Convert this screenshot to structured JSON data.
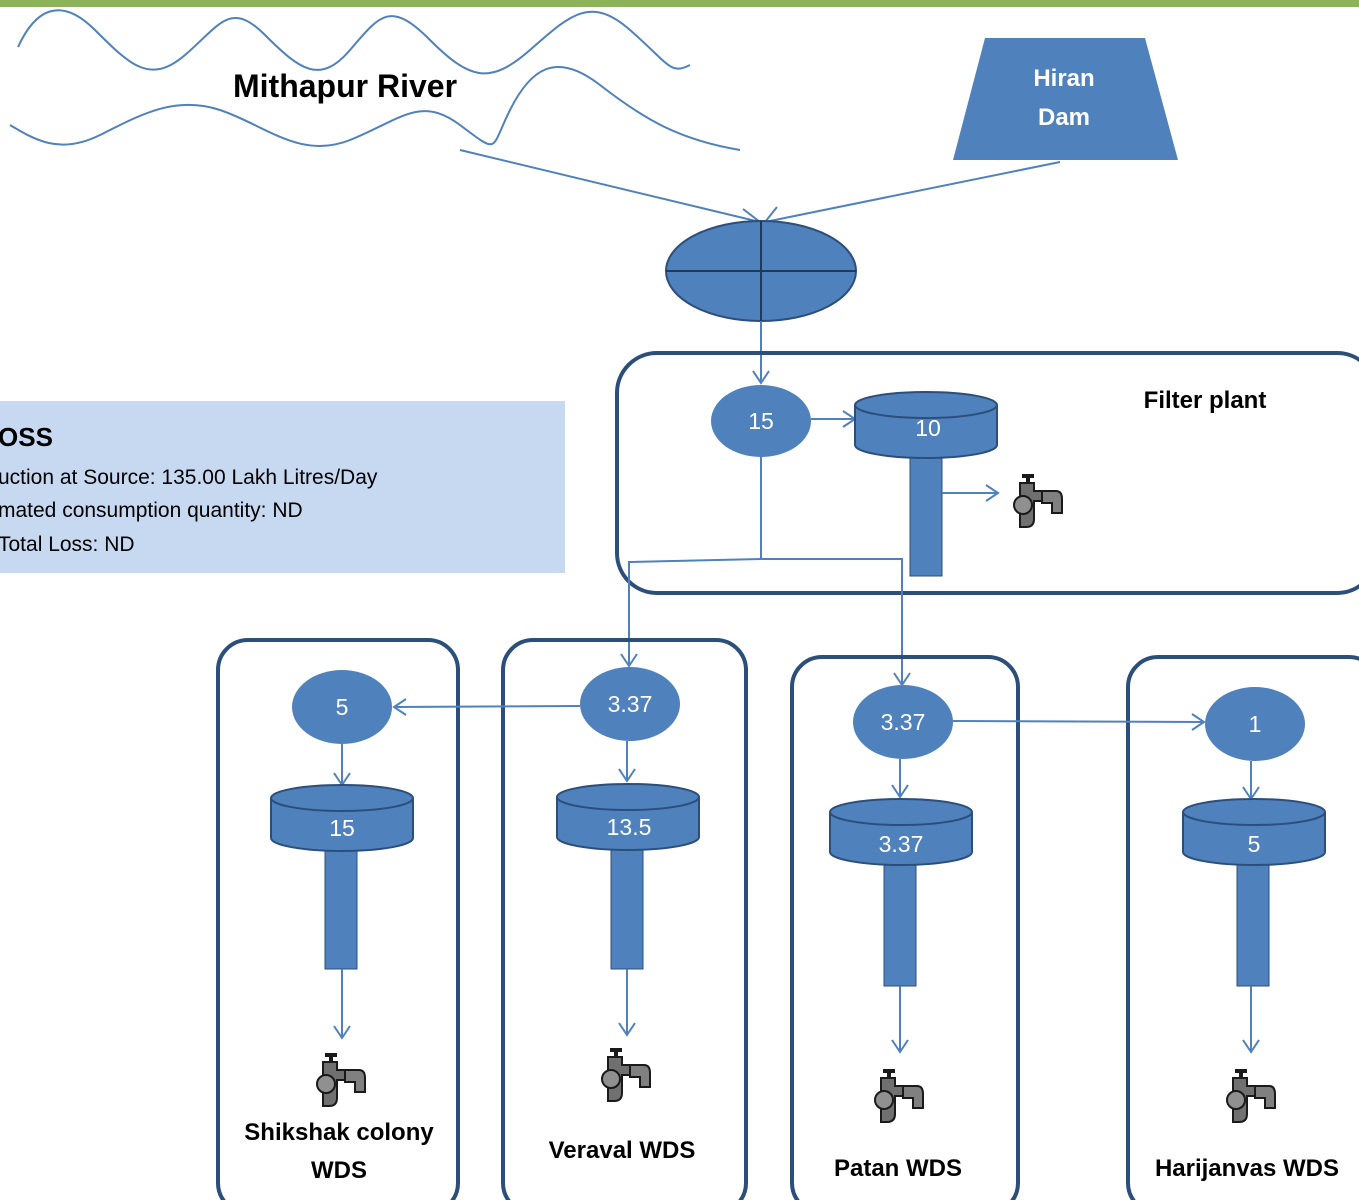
{
  "colors": {
    "top_bar": "#8db35a",
    "node_fill": "#4f81bd",
    "node_stroke": "#3a6494",
    "arrow": "#4f81bd",
    "container_stroke": "#2c4e7a",
    "loss_box": "#c6d9f1"
  },
  "sources": {
    "river": "Mithapur River",
    "dam_line1": "Hiran",
    "dam_line2": "Dam"
  },
  "loss": {
    "title": "OSS",
    "line1": "uction at Source: 135.00 Lakh Litres/Day",
    "line2": "mated consumption quantity: ND",
    "line3": "Total Loss: ND"
  },
  "filter_plant": {
    "label": "Filter plant",
    "inlet_value": "15",
    "tank_value": "10"
  },
  "stations": [
    {
      "name_line1": "Shikshak colony",
      "name_line2": "WDS",
      "inlet_value": "5",
      "tank_value": "15"
    },
    {
      "name_line1": "Veraval WDS",
      "name_line2": "",
      "inlet_value": "3.37",
      "tank_value": "13.5"
    },
    {
      "name_line1": "Patan WDS",
      "name_line2": "",
      "inlet_value": "3.37",
      "tank_value": "3.37"
    },
    {
      "name_line1": "Harijanvas WDS",
      "name_line2": "",
      "inlet_value": "1",
      "tank_value": "5"
    }
  ],
  "icons": {
    "junction": "junction-icon",
    "tap": "tap-icon",
    "tank": "water-tank-icon"
  }
}
